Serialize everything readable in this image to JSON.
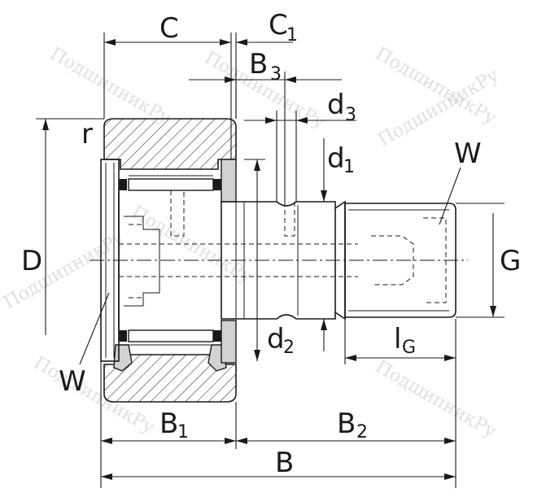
{
  "labels": {
    "C": "C",
    "C1_main": "C",
    "C1_sub": "1",
    "B3_main": "B",
    "B3_sub": "3",
    "d3_main": "d",
    "d3_sub": "3",
    "r": "r",
    "d1_main": "d",
    "d1_sub": "1",
    "W_right": "W",
    "D": "D",
    "G": "G",
    "W_left": "W",
    "d2_main": "d",
    "d2_sub": "2",
    "lG_main": "l",
    "lG_sub": "G",
    "B1_main": "B",
    "B1_sub": "1",
    "B2_main": "B",
    "B2_sub": "2",
    "B": "B"
  },
  "watermarks": [
    "ПодшипникРу",
    "ПодшипникРу",
    "ПодшипникРу",
    "ПодшипникРу",
    "ПодшипникРу",
    "ПодшипникРу",
    "ПодшипникРу",
    "ПодшипникРу"
  ],
  "colors": {
    "line": "#1a1a1a",
    "fill_gray": "#d2d2d2",
    "watermark": "#c8c8c8"
  }
}
